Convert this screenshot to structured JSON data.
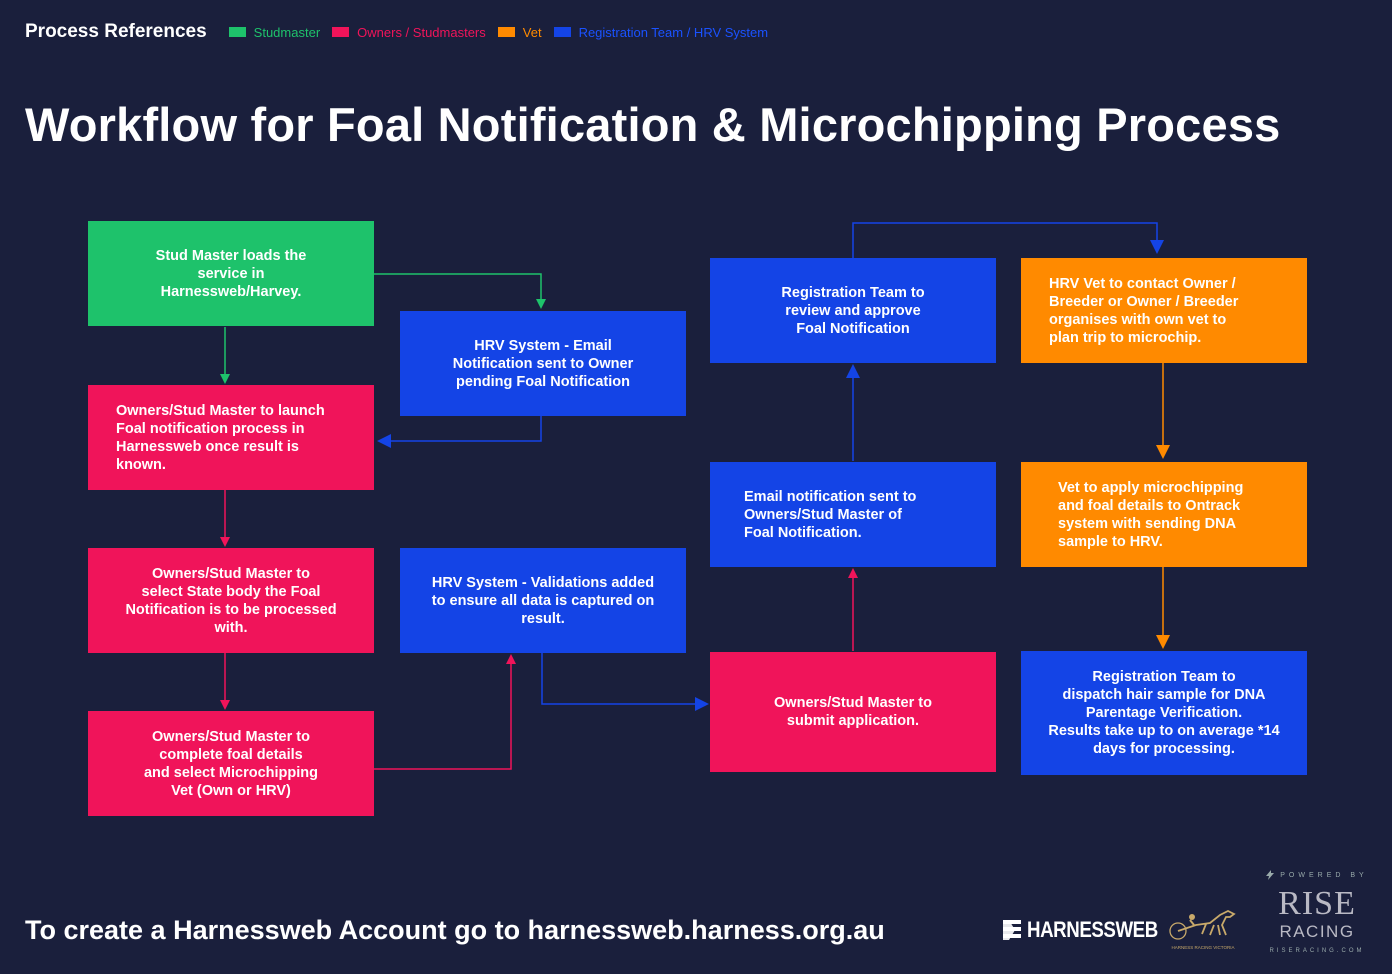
{
  "legend": {
    "title": "Process References",
    "items": [
      {
        "label": "Studmaster",
        "color": "#1ec26b"
      },
      {
        "label": "Owners / Studmasters",
        "color": "#f0145a"
      },
      {
        "label": "Vet",
        "color": "#ff8a00"
      },
      {
        "label": "Registration Team / HRV System",
        "color": "#1444e6"
      }
    ]
  },
  "title": "Workflow for Foal Notification & Microchipping Process",
  "steps": {
    "load_service": "Stud Master loads the\nservice in\nHarnessweb/Harvey.",
    "email_owner": "HRV System -  Email\nNotification sent to Owner\npending Foal Notification",
    "launch_foal": "Owners/Stud Master to launch\nFoal notification process in\nHarnessweb once result is\nknown.",
    "select_state": "Owners/Stud Master to\nselect State body the Foal\nNotification is to be processed\nwith.",
    "validations": "HRV System - Validations added\nto ensure all data is captured on\nresult.",
    "complete_details": "Owners/Stud Master to\ncomplete foal details\nand select Microchipping\nVet (Own or HRV)",
    "submit": "Owners/Stud Master to\nsubmit application.",
    "email_sent": "Email notification sent to\nOwners/Stud Master of\nFoal Notification.",
    "reg_review": "Registration Team to\nreview and approve\nFoal Notification",
    "vet_contact": "HRV Vet to contact Owner /\nBreeder or Owner / Breeder\norganises with own vet to\nplan trip to microchip.",
    "vet_apply": "Vet to apply microchipping\nand foal details to Ontrack\nsystem with sending DNA\nsample to HRV.",
    "dna": "Registration Team to\ndispatch hair sample for DNA\nParentage Verification.\nResults take up to on average *14\ndays for processing."
  },
  "colors": {
    "background": "#1a1f3c",
    "studmaster": "#1ec26b",
    "owners": "#f0145a",
    "vet": "#ff8a00",
    "registration": "#1444e6"
  },
  "footer": {
    "text": "To create a Harnessweb Account go to harnessweb.harness.org.au"
  },
  "logos": {
    "harnessweb": "HARNESSWEB",
    "hrv_caption": "HARNESS RACING VICTORIA",
    "rise_powered": "POWERED BY",
    "rise_word": "RISE",
    "rise_racing": "RACING",
    "rise_url": "RISERACING.COM"
  },
  "icons": [
    "harnessweb-logo-icon",
    "horse-sulky-icon",
    "lightning-icon"
  ]
}
